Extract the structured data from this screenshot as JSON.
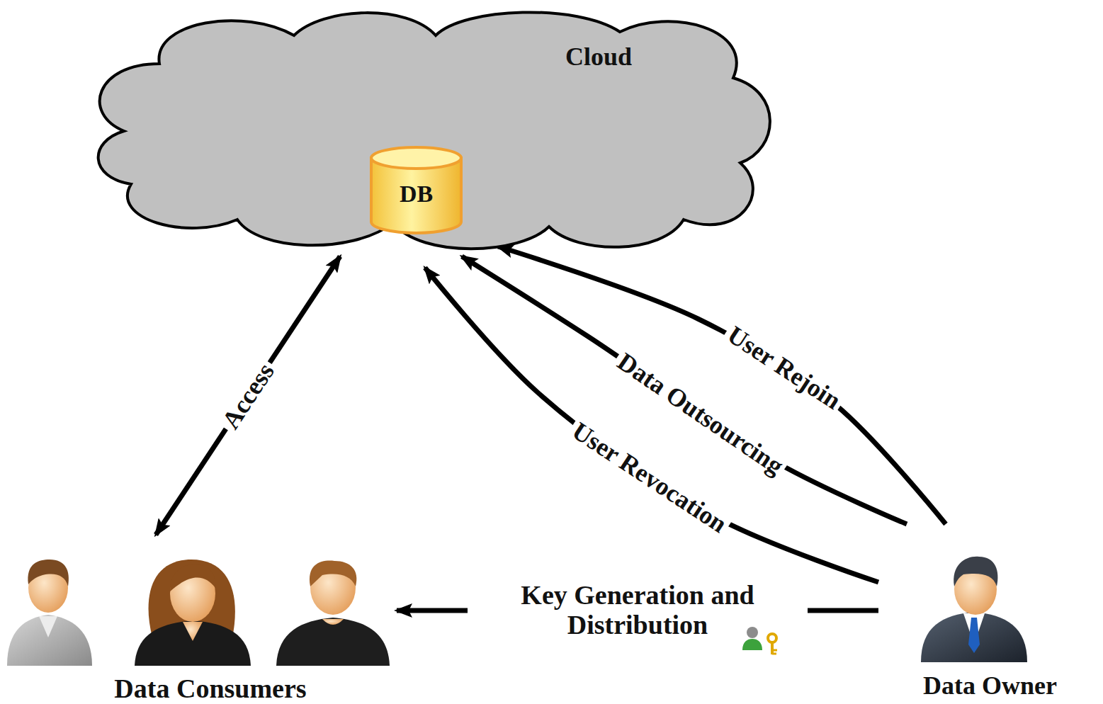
{
  "diagram": {
    "nodes": [
      {
        "text": [
          "Cloud"
        ]
      },
      {
        "text": [
          "DB"
        ],
        "in": 0
      },
      {
        "text": [
          "Data Consumers"
        ]
      },
      {
        "text": [
          "Data Owner"
        ]
      }
    ],
    "edges": [
      {
        "from": 2,
        "to": 0,
        "label": "Access",
        "arrow": "both"
      },
      {
        "from": 3,
        "to": 0,
        "label": "User Revocation",
        "arrow": "to"
      },
      {
        "from": 3,
        "to": 0,
        "label": "Data Outsourcing",
        "arrow": "to"
      },
      {
        "from": 3,
        "to": 0,
        "label": "User Rejoin",
        "arrow": "to"
      },
      {
        "from": 3,
        "to": 2,
        "label": "Key Generation and Distribution",
        "arrow": "to"
      }
    ]
  }
}
